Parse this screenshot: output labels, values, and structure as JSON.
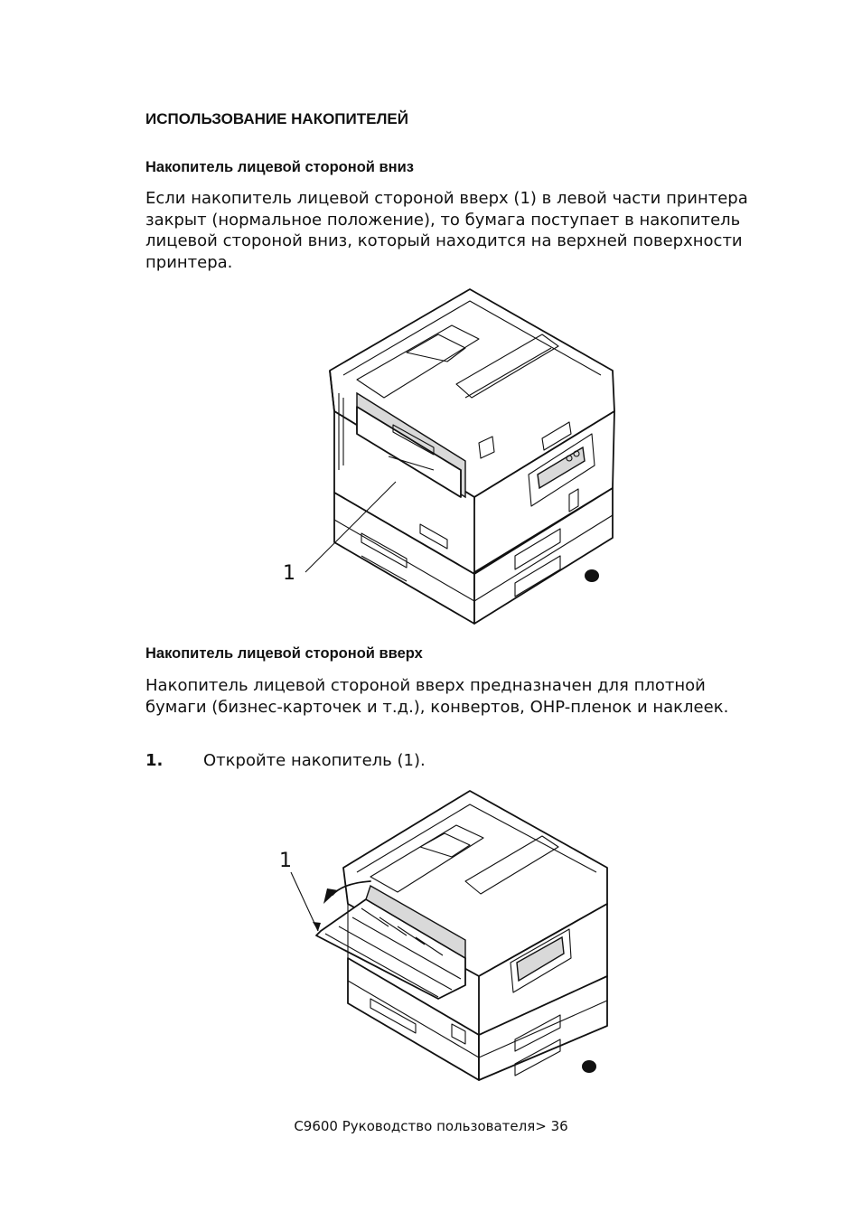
{
  "section_title": "Использование накопителей",
  "subsection_facedown": {
    "title": "Накопитель лицевой стороной вниз",
    "paragraph": "Если накопитель лицевой стороной вверх (1) в левой части принтера закрыт (нормальное положение), то бумага поступает в накопитель лицевой стороной вниз, который находится на верхней поверхности принтера.",
    "figure_callout": "1"
  },
  "subsection_faceup": {
    "title": "Накопитель лицевой стороной вверх",
    "paragraph": "Накопитель лицевой стороной вверх предназначен для плотной бумаги (бизнес-карточек и т.д.), конвертов, OHP-пленок и наклеек.",
    "step": {
      "number": "1.",
      "text": "Откройте накопитель (1)."
    },
    "figure_callout": "1"
  },
  "footer": "C9600 Руководство пользователя> 36"
}
